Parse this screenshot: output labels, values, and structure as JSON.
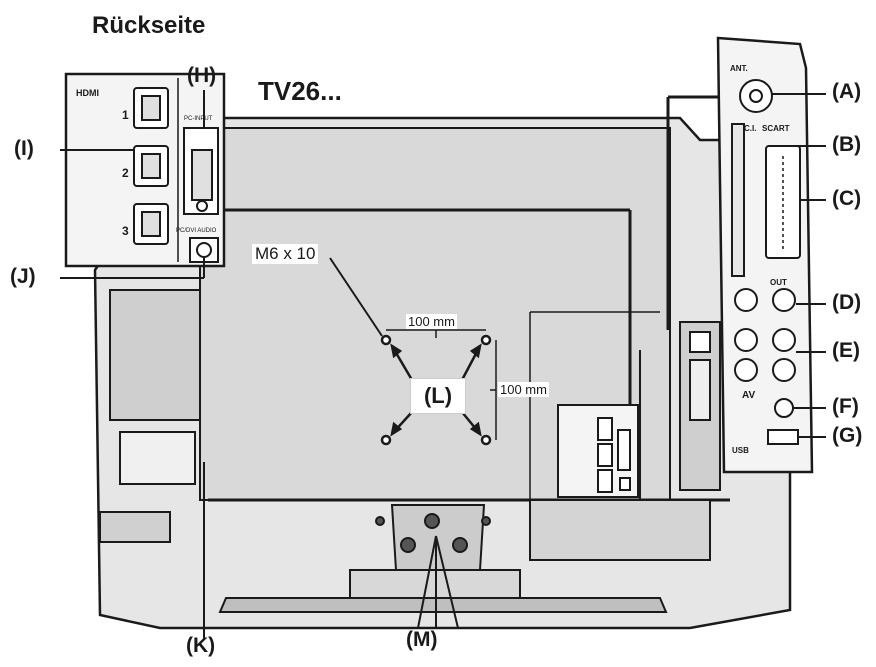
{
  "title": "Rückseite",
  "model": "TV26...",
  "screw_spec": "M6 x 10",
  "vesa_horizontal": "100 mm",
  "vesa_vertical": "100 mm",
  "labels": {
    "A": "(A)",
    "B": "(B)",
    "C": "(C)",
    "D": "(D)",
    "E": "(E)",
    "F": "(F)",
    "G": "(G)",
    "H": "(H)",
    "I": "(I)",
    "J": "(J)",
    "K": "(K)",
    "L": "(L)",
    "M": "(M)"
  },
  "hdmi_panel": {
    "logo": "HDMI",
    "port_numbers": [
      "1",
      "2",
      "3"
    ],
    "pc_input": "PC-INPUT",
    "pc_audio": "PC/DVI AUDIO"
  },
  "side_panel": {
    "antenna": "ANT.",
    "ci": "C.I.",
    "scart": "SCART",
    "out": "OUT",
    "av": "AV",
    "usb": "USB"
  },
  "colors": {
    "line": "#1a1a1a",
    "panel_fill": "#f4f4f4",
    "body_fill": "#e6e6e6"
  }
}
